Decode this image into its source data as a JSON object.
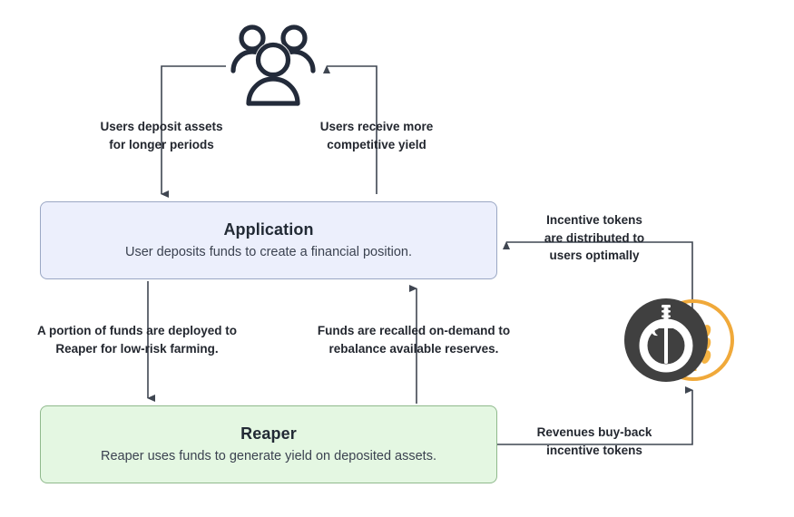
{
  "diagram": {
    "title": "Reaper / Application fund flow diagram",
    "type": "flow-diagram",
    "background_color": "#ffffff",
    "line_color": "#3f4651",
    "text_color": "#23272f"
  },
  "nodes": {
    "users": {
      "icon_name": "users-group-icon",
      "color": "#232b3a"
    },
    "application": {
      "title": "Application",
      "subtitle": "User deposits funds to create a financial position.",
      "fill": "#eceffc",
      "border": "#9aa7c4"
    },
    "reaper": {
      "title": "Reaper",
      "subtitle": "Reaper uses funds to generate yield on deposited assets.",
      "fill": "#e4f7e2",
      "border": "#8fb98c"
    },
    "reaper_logo": {
      "icon_name": "reaper-scythe-wheat-logo",
      "dark_color": "#3f3f3f",
      "accent_color": "#f0a93a",
      "inner_color": "#ffffff"
    }
  },
  "edges": {
    "users_to_application": {
      "label_line_1": "Users deposit assets",
      "label_line_2": "for longer periods",
      "direction": "users-to-application"
    },
    "application_to_users": {
      "label_line_1": "Users receive more",
      "label_line_2": "competitive yield",
      "direction": "application-to-users"
    },
    "application_to_reaper": {
      "label_line_1": "A portion of funds are deployed to",
      "label_line_2": "Reaper for low-risk farming.",
      "direction": "application-to-reaper"
    },
    "reaper_to_application": {
      "label_line_1": "Funds are recalled on-demand to",
      "label_line_2": "rebalance available reserves.",
      "direction": "reaper-to-application"
    },
    "tokens_to_application": {
      "label_line_1": "Incentive tokens",
      "label_line_2": "are distributed to",
      "label_line_3": "users optimally",
      "direction": "logo-to-application"
    },
    "reaper_to_tokens": {
      "label_line_1": "Revenues buy-back",
      "label_line_2": "incentive tokens",
      "direction": "reaper-to-logo"
    }
  }
}
